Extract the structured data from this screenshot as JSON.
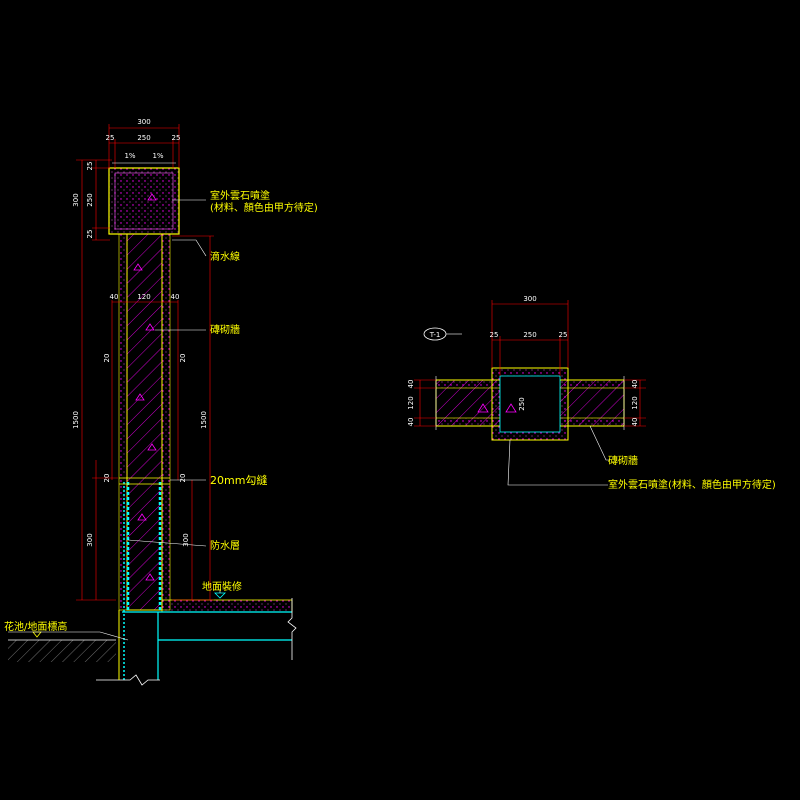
{
  "colors": {
    "background": "#000000",
    "dimension_line": "#ff0000",
    "dimension_text": "#ffffff",
    "annotation": "#ffff00",
    "outline": "#ffff00",
    "hatch": "#ff00ff",
    "waterproof": "#00ffff",
    "structure": "#00ffff"
  },
  "section": {
    "dims_top": {
      "total": "300",
      "left": "25",
      "mid": "250",
      "right": "25",
      "slope_left": "1%",
      "slope_right": "1%"
    },
    "dims_left": {
      "cap_top": "25",
      "cap_mid": "250",
      "cap_bot": "25",
      "cap_total": "300",
      "wall_gap": "20",
      "wall_gap_low": "20",
      "total": "1500",
      "lower": "300"
    },
    "dims_wall": {
      "left": "40",
      "mid": "120",
      "right": "40"
    },
    "dims_right": {
      "gap": "20",
      "gap_low": "20",
      "total": "1500",
      "lower": "300"
    },
    "labels": {
      "cap_finish_1": "室外雲石噴塗",
      "cap_finish_2": "(材料、顏色由甲方待定)",
      "drip_line": "滴水線",
      "brick_wall": "磚砌牆",
      "groove": "20mm勾縫",
      "waterproof": "防水層",
      "floor_finish": "地面裝修",
      "planter_level": "花池/地面標高"
    }
  },
  "plan": {
    "tag": "T-1",
    "dims_top": {
      "total": "300",
      "left": "25",
      "mid": "250",
      "right": "25"
    },
    "dims_side": {
      "top": "40",
      "mid": "120",
      "bot": "40"
    },
    "dim_column": "250",
    "labels": {
      "brick_wall": "磚砌牆",
      "finish": "室外雲石噴塗(材料、顏色由甲方待定)"
    }
  }
}
